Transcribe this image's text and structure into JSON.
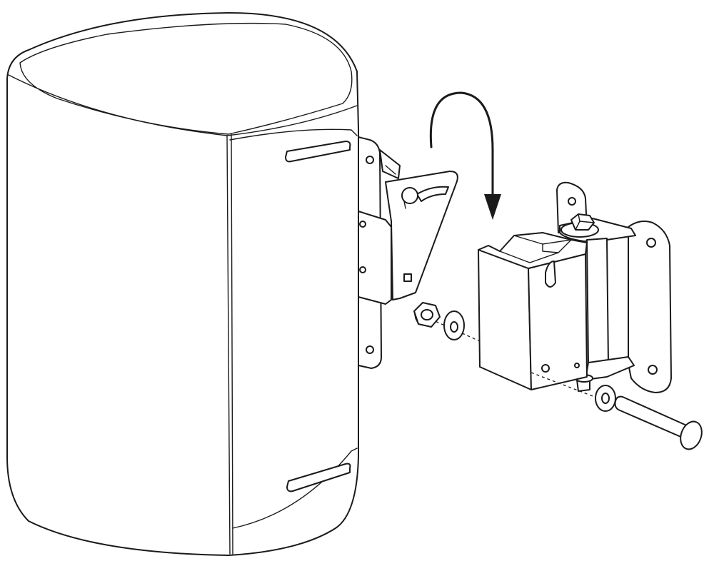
{
  "figure": {
    "colors": {
      "line": "#1a1a1a",
      "background": "#ffffff"
    },
    "parts": [
      "speaker-cabinet",
      "speaker-side-bracket",
      "wall-mount-bracket",
      "hex-nut",
      "flat-washer",
      "spring-washer",
      "mounting-bolt",
      "rotation-arrow"
    ]
  }
}
